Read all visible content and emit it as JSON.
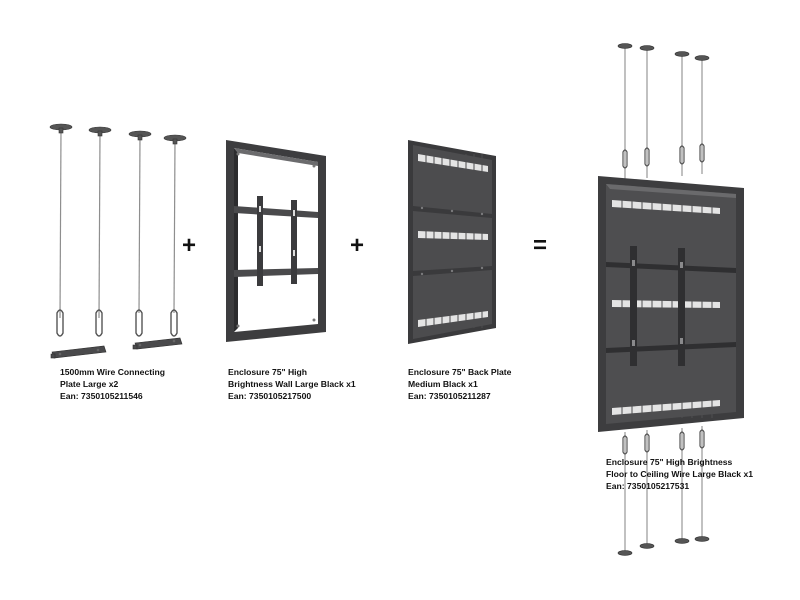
{
  "operators": {
    "plus_1": "+",
    "plus_2": "+",
    "equals": "="
  },
  "products": [
    {
      "id": "wire",
      "line1": "1500mm Wire Connecting",
      "line2": "Plate Large x2",
      "ean_label": "Ean:",
      "ean": "7350105211546"
    },
    {
      "id": "wall",
      "line1": "Enclosure 75\" High",
      "line2": "Brightness Wall Large Black x1",
      "ean_label": "Ean:",
      "ean": "7350105217500"
    },
    {
      "id": "backplate",
      "line1": "Enclosure 75\" Back Plate",
      "line2": "Medium Black x1",
      "ean_label": "Ean:",
      "ean": "7350105211287"
    },
    {
      "id": "result",
      "line1": "Enclosure 75\" High Brightness",
      "line2": "Floor to Ceiling Wire Large Black x1",
      "ean_label": "Ean:",
      "ean": "7350105217531"
    }
  ],
  "colors": {
    "frame_dark": "#3d3d3f",
    "frame_mid": "#58585a",
    "panel": "#4a4a4c",
    "wire": "#9a9a9a",
    "slot": "#e6e6e6"
  }
}
